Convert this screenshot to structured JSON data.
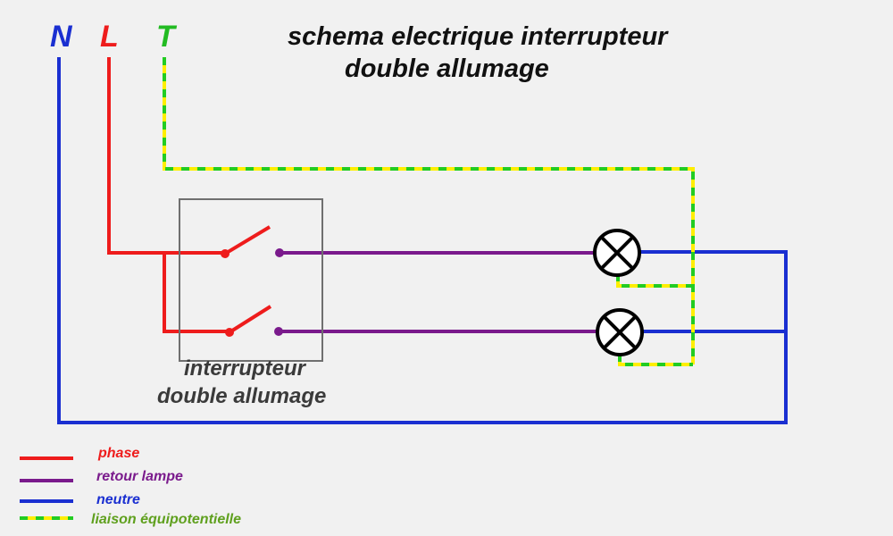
{
  "title": {
    "line1": "schema electrique interrupteur",
    "line2": "double allumage"
  },
  "terminals": {
    "neutral": "N",
    "phase": "L",
    "earth": "T"
  },
  "switch_box": {
    "label_line1": "interrupteur",
    "label_line2": "double allumage"
  },
  "legend": {
    "phase": "phase",
    "retour": "retour lampe",
    "neutre": "neutre",
    "liaison": "liaison équipotentielle"
  },
  "colors": {
    "phase": "#ee1c1c",
    "retour": "#7a1a8c",
    "neutre": "#1a2fd1",
    "earth_yellow": "#ffee00",
    "earth_green": "#22cc22",
    "text": "#111111",
    "box": "#6f6f6f"
  }
}
